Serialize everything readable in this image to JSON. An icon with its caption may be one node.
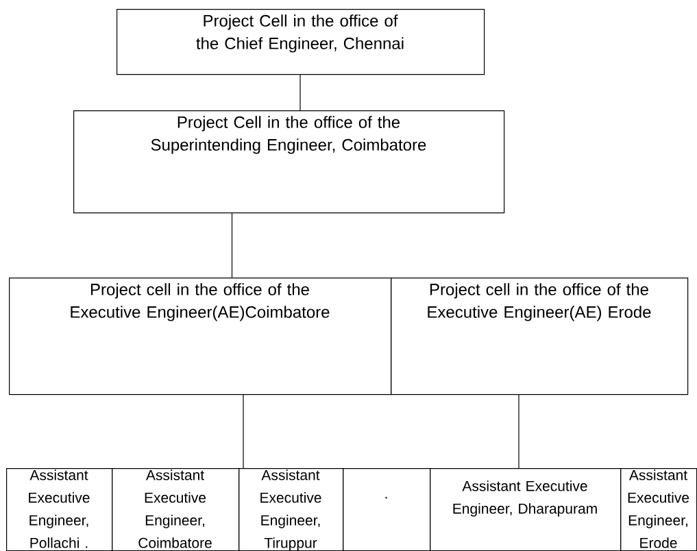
{
  "diagram": {
    "nodes": [
      {
        "text": [
          "Project Cell in the office of the Chief Engineer, Chennai"
        ]
      },
      {
        "text": [
          "Project Cell in the office of the Superintending Engineer, Coimbatore"
        ]
      },
      {
        "text": [
          "Project cell in the office of the Executive Engineer(AE)Coimbatore"
        ]
      },
      {
        "text": [
          "Project cell in the office of the Executive Engineer(AE) Erode"
        ]
      },
      {
        "text": [
          "Assistant Executive Engineer, Pollachi ."
        ]
      },
      {
        "text": [
          "Assistant Executive Engineer, Coimbatore"
        ]
      },
      {
        "text": [
          "Assistant Executive Engineer, Tiruppur"
        ]
      },
      {
        "text": [
          "."
        ]
      },
      {
        "text": [
          "Assistant Executive Engineer, Dharapuram"
        ]
      },
      {
        "text": [
          "Assistant Executive Engineer, Erode"
        ]
      }
    ],
    "edges": [
      {
        "from": 0,
        "to": 1,
        "arrow": "none"
      },
      {
        "from": 1,
        "to": 2,
        "arrow": "none"
      },
      {
        "from": 2,
        "to": 6,
        "arrow": "none"
      },
      {
        "from": 3,
        "to": 8,
        "arrow": "none"
      }
    ]
  }
}
